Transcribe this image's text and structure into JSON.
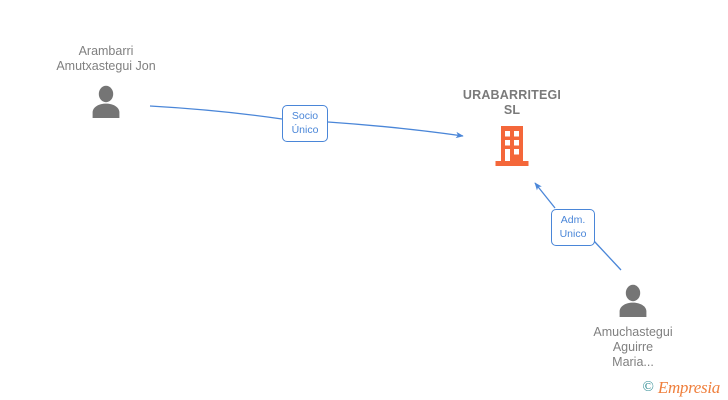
{
  "diagram": {
    "title": "Corporate relationship graph",
    "background": "#ffffff",
    "colors": {
      "person_icon": "#757575",
      "company_icon": "#f4673a",
      "edge": "#4a86d8",
      "label_text": "#808080",
      "company_text": "#7a7a7a",
      "badge_border": "#4a86d8",
      "badge_text": "#4a86d8",
      "watermark_symbol": "#2e8b93",
      "watermark_word": "#ef7f3c"
    },
    "nodes": [
      {
        "id": "person-arambarri",
        "type": "person",
        "icon": "person-icon",
        "label": "Arambarri\nAmutxastegui Jon",
        "label_position": "above"
      },
      {
        "id": "company-urabarritegi",
        "type": "company",
        "icon": "building-icon",
        "label": "URABARRITEGI\nSL",
        "label_position": "above"
      },
      {
        "id": "person-amuchastegui",
        "type": "person",
        "icon": "person-icon",
        "label": "Amuchastegui\nAguirre\nMaria...",
        "label_position": "below"
      }
    ],
    "edges": [
      {
        "id": "edge-socio-unico",
        "from": "person-arambarri",
        "to": "company-urabarritegi",
        "badge": "Socio\nÚnico",
        "direction": "right"
      },
      {
        "id": "edge-adm-unico",
        "from": "person-amuchastegui",
        "to": "company-urabarritegi",
        "badge": "Adm.\nUnico",
        "direction": "up-left"
      }
    ]
  },
  "watermark": {
    "symbol": "©",
    "text": "Empresia"
  }
}
